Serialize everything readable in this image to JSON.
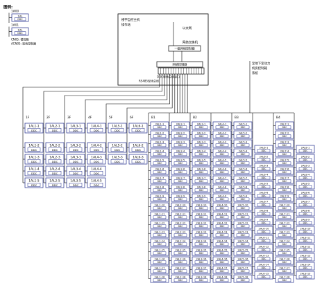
{
  "colors": {
    "line": "#000000",
    "cell": "#1f2a8a",
    "text": "#000000"
  },
  "legend": {
    "title": "图例:",
    "items": [
      {
        "header": "1#00",
        "label": "1AL",
        "sub": "DDC"
      },
      {
        "header": "1#01",
        "label": "1AL",
        "sub": "DDC"
      }
    ],
    "notes": [
      "CN05: 楼控箱",
      "ACN05: 现场控制器"
    ]
  },
  "center": {
    "lines": [
      "楼宇自控主机",
      "操作站"
    ],
    "bus_label": "以太网",
    "switch_label": "网络交换机",
    "device_label": "一级网络控制器",
    "server_label": "网络控制器",
    "port_label": "DDC现场总线接口",
    "bottom_label": "RS485现场总线"
  },
  "right_note": [
    "至地下室动力",
    "机房控制箱",
    "系统"
  ],
  "cell_sub": "DDC",
  "left_group": {
    "columns": [
      {
        "header": "1F",
        "cells": [
          "1AL1-1",
          "1AL1-2",
          "1AL1-3",
          "1AL1-4",
          "1AL1-5"
        ]
      },
      {
        "header": "2F",
        "cells": [
          "1AL2-1",
          "1AL2-2",
          "1AL2-3",
          "1AL2-4",
          "1AL2-5"
        ]
      },
      {
        "header": "3F",
        "cells": [
          "1AL3-1",
          "1AL3-2",
          "1AL3-3",
          "1AL3-4",
          "1AL3-5"
        ]
      },
      {
        "header": "4F",
        "cells": [
          "1AL4-1",
          "1AL4-2",
          "1AL4-3",
          "1AL4-4",
          "1AL4-5"
        ]
      },
      {
        "header": "5F",
        "cells": [
          "1AL5-1",
          "1AL5-2",
          "1AL5-3"
        ]
      },
      {
        "header": "6F",
        "cells": [
          "1AL6-1",
          "1AL6-2",
          "1AL6-3"
        ]
      }
    ]
  },
  "right_group": {
    "headers": [
      "B1",
      "B2",
      "B3",
      "B4"
    ],
    "columns": [
      {
        "cells": [
          "2AL1-1",
          "2AL1-2",
          "2AL1-3",
          "2AL1-4",
          "2AL1-5",
          "2AL1-6",
          "2AL1-7",
          "2AL1-8",
          "2AL1-9",
          "2AL1-10",
          "2AL1-11",
          "2AL1-12",
          "2AL1-13",
          "2AL1-14",
          "2AL1-15",
          "2AL1-16",
          "2AL1-17",
          "2AL1-18"
        ]
      },
      {
        "cells": [
          "2AL2-1",
          "2AL2-2",
          "2AL2-3",
          "2AL2-4",
          "2AL2-5",
          "2AL2-6",
          "2AL2-7",
          "2AL2-8",
          "2AL2-9",
          "2AL2-10",
          "2AL2-11",
          "2AL2-12",
          "2AL2-13",
          "2AL2-14",
          "2AL2-15",
          "2AL2-16",
          "2AL2-17",
          "2AL2-18"
        ]
      },
      {
        "cells": [
          "2AL3-1",
          "2AL3-2",
          "2AL3-3",
          "2AL3-4",
          "2AL3-5",
          "2AL3-6",
          "2AL3-7",
          "2AL3-8",
          "2AL3-9",
          "2AL3-10",
          "2AL3-11",
          "2AL3-12",
          "2AL3-13",
          "2AL3-14",
          "2AL3-15",
          "2AL3-16",
          "2AL3-17",
          "2AL3-18"
        ]
      },
      {
        "cells": [
          "2AL4-1",
          "2AL4-2",
          "2AL4-3",
          "2AL4-4",
          "2AL4-5",
          "2AL4-6",
          "2AL4-7",
          "2AL4-8",
          "2AL4-9",
          "2AL4-10",
          "2AL4-11",
          "2AL4-12",
          "2AL4-13",
          "2AL4-14",
          "2AL4-15",
          "2AL4-16",
          "2AL4-17",
          "2AL4-18"
        ]
      },
      {
        "cells": [
          "2AL5-1",
          "2AL5-2",
          "2AL5-3",
          "2AL5-4",
          "2AL5-5",
          "2AL5-6",
          "2AL5-7",
          "2AL5-8",
          "2AL5-9",
          "2AL5-10",
          "2AL5-11",
          "2AL5-12",
          "2AL5-13",
          "2AL5-14",
          "2AL5-15",
          "2AL5-16",
          "2AL5-17",
          "2AL5-18"
        ]
      },
      {
        "cells": [
          "2AL6-1",
          "2AL6-2",
          "2AL6-3",
          "2AL6-4",
          "2AL6-5",
          "2AL6-6",
          "2AL6-7",
          "2AL6-8",
          "2AL6-9",
          "2AL6-10",
          "2AL6-11",
          "2AL6-12",
          "2AL6-13",
          "2AL6-14",
          "2AL6-15"
        ]
      },
      {
        "cells": [
          "2AL7-1",
          "2AL7-2",
          "2AL7-3",
          "2AL7-4",
          "2AL7-5",
          "2AL7-6",
          "2AL7-7",
          "2AL7-8",
          "2AL7-9",
          "2AL7-10",
          "2AL7-11",
          "2AL7-12",
          "2AL7-13",
          "2AL7-14",
          "2AL7-15",
          "2AL7-16",
          "2AL7-17",
          "2AL7-18"
        ]
      },
      {
        "cells": [
          "2AL8-1",
          "2AL8-2",
          "2AL8-3",
          "2AL8-4",
          "2AL8-5",
          "2AL8-6",
          "2AL8-7",
          "2AL8-8",
          "2AL8-9",
          "2AL8-10",
          "2AL8-11",
          "2AL8-12",
          "2AL8-13",
          "2AL8-14",
          "2AL8-15"
        ]
      }
    ]
  }
}
